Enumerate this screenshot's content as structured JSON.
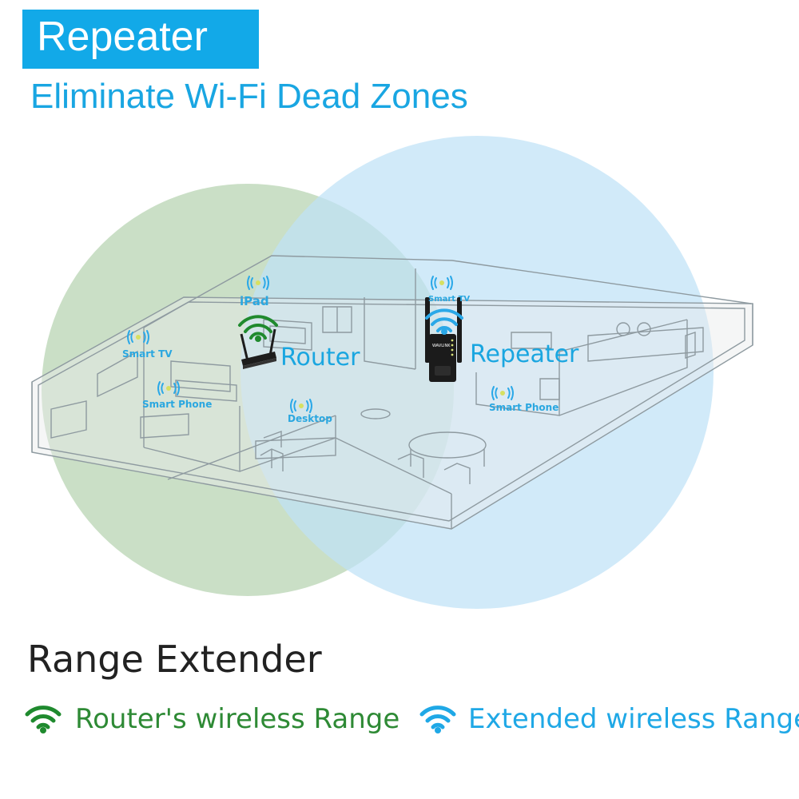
{
  "header": {
    "banner": "Repeater",
    "subtitle": "Eliminate Wi-Fi Dead Zones"
  },
  "diagram": {
    "router_label": "Router",
    "repeater_label": "Repeater",
    "device_labels": {
      "smart_tv_left": "Smart TV",
      "ipad": "iPad",
      "smart_phone_left": "Smart Phone",
      "desktop": "Desktop",
      "smart_tv_right": "Smart TV",
      "smart_phone_right": "Smart Phone"
    },
    "repeater_brand": "WAVLINK",
    "colors": {
      "router_range": "#c4dcc0",
      "extended_range": "#bfe2f7",
      "router_wifi": "#1f8a2e",
      "extended_wifi": "#2aa8e8"
    }
  },
  "legend": {
    "title": "Range Extender",
    "items": [
      {
        "label": "Router's wireless Range",
        "color": "#2e8a35",
        "icon": "wifi-icon-green"
      },
      {
        "label": "Extended wireless Range",
        "color": "#1fa8e6",
        "icon": "wifi-icon-blue"
      }
    ]
  }
}
